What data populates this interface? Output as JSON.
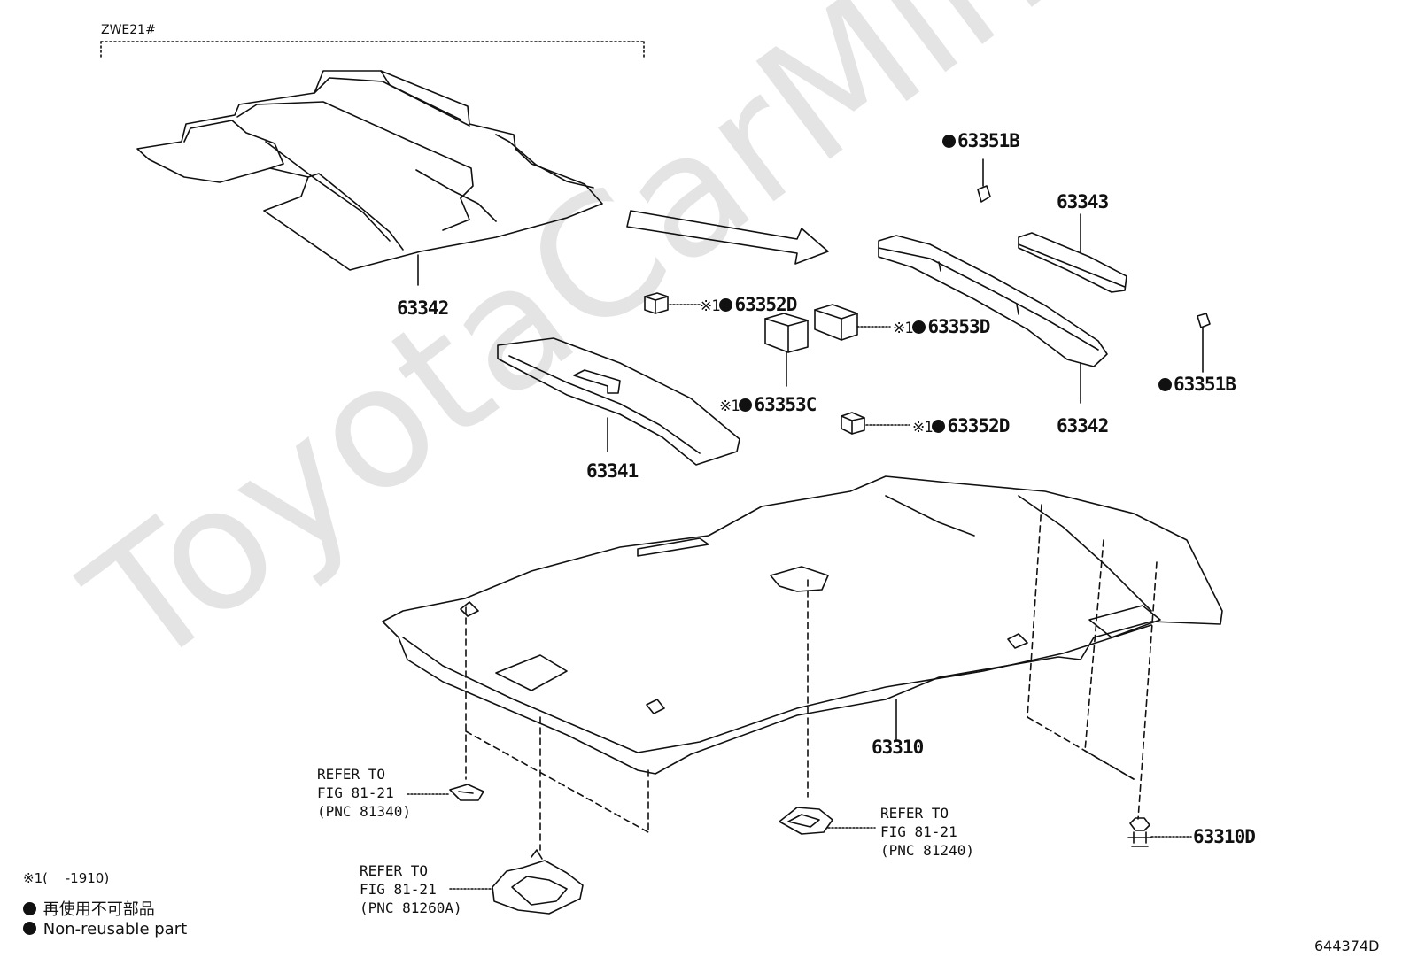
{
  "variant_label": "ZWE21#",
  "watermark": "ToyotaCarMine.ru",
  "parts": {
    "p63342_roof": "63342",
    "p63341": "63341",
    "p63342_right": "63342",
    "p63343": "63343",
    "p63351B_top": "63351B",
    "p63351B_right": "63351B",
    "p63352D_top": "63352D",
    "p63353D": "63353D",
    "p63353C": "63353C",
    "p63352D_bottom": "63352D",
    "p63310": "63310",
    "p63310D": "63310D"
  },
  "marker": "※1",
  "refs": {
    "ref_81340": [
      "REFER TO",
      "FIG 81-21",
      "(PNC 81340)"
    ],
    "ref_81260A": [
      "REFER TO",
      "FIG 81-21",
      "(PNC 81260A)"
    ],
    "ref_81240": [
      "REFER TO",
      "FIG 81-21",
      "(PNC 81240)"
    ]
  },
  "legend": {
    "note1": "※1(　 -1910)",
    "nonreusable_jp": "再使用不可部品",
    "nonreusable_en": "Non-reusable part"
  },
  "diagram_code": "644374D"
}
